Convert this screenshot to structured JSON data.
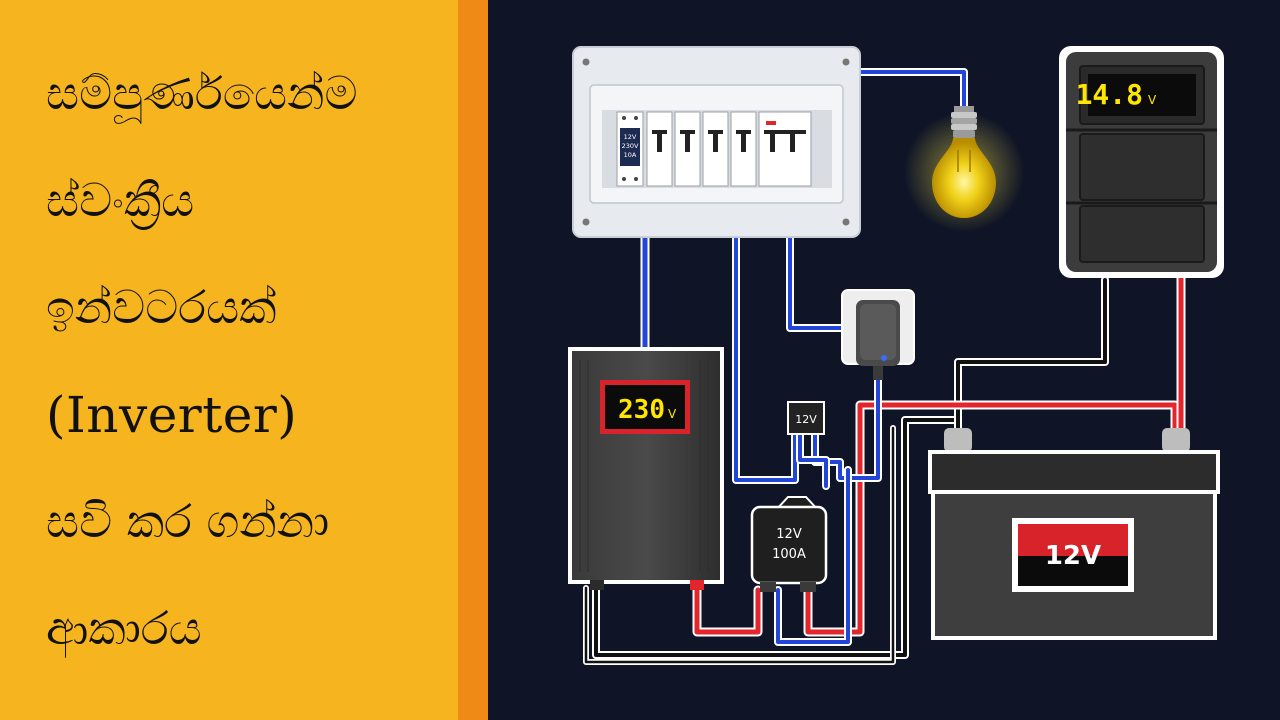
{
  "title_lines": [
    "සම්පූර්ණයෙන්ම",
    "ස්වංක්‍රීය",
    "ඉන්වටරයක්",
    "(Inverter)",
    "සවි කර ගන්නා",
    "ආකාරය"
  ],
  "diagram": {
    "breaker_label": [
      "12V",
      "230V",
      "10A"
    ],
    "voltmeter_reading": "14.8",
    "voltmeter_unit": "V",
    "inverter_reading": "230",
    "inverter_unit": "V",
    "relay_small_label": "12V",
    "relay_large_label": [
      "12V",
      "100A"
    ],
    "battery_label": "12V"
  },
  "colors": {
    "left_panel": "#f6b41f",
    "accent_strip": "#f08a16",
    "background": "#0f1526",
    "wire_red": "#e2262b",
    "wire_blue": "#2346d8",
    "display_yellow": "#ffe600"
  }
}
